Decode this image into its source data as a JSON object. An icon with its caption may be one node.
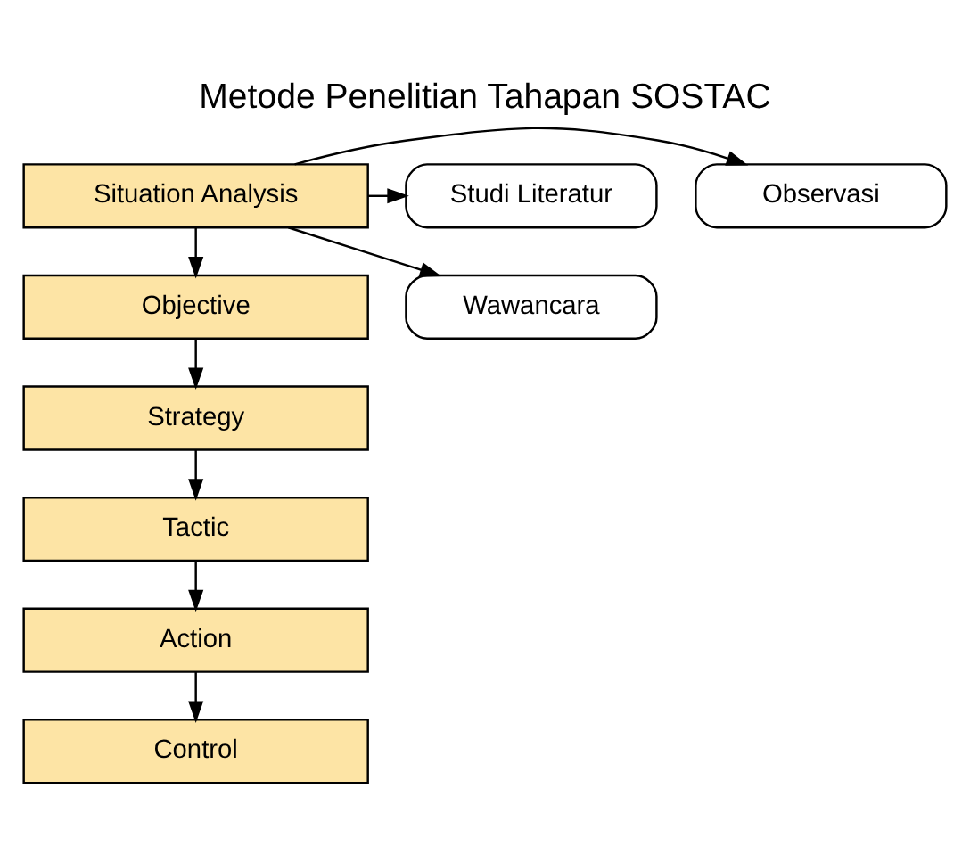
{
  "diagram": {
    "title": "Metode Penelitian Tahapan SOSTAC",
    "nodes": [
      {
        "text": [
          "Situation Analysis"
        ]
      },
      {
        "text": [
          "Objective"
        ]
      },
      {
        "text": [
          "Strategy"
        ]
      },
      {
        "text": [
          "Tactic"
        ]
      },
      {
        "text": [
          "Action"
        ]
      },
      {
        "text": [
          "Control"
        ]
      },
      {
        "text": [
          "Studi Literatur"
        ]
      },
      {
        "text": [
          "Observasi"
        ]
      },
      {
        "text": [
          "Wawancara"
        ]
      }
    ],
    "edges": [
      {
        "from": 0,
        "to": 1,
        "arrow": "to"
      },
      {
        "from": 1,
        "to": 2,
        "arrow": "to"
      },
      {
        "from": 2,
        "to": 3,
        "arrow": "to"
      },
      {
        "from": 3,
        "to": 4,
        "arrow": "to"
      },
      {
        "from": 4,
        "to": 5,
        "arrow": "to"
      },
      {
        "from": 0,
        "to": 6,
        "arrow": "to"
      },
      {
        "from": 0,
        "to": 7,
        "arrow": "to"
      },
      {
        "from": 0,
        "to": 8,
        "arrow": "to"
      }
    ]
  }
}
